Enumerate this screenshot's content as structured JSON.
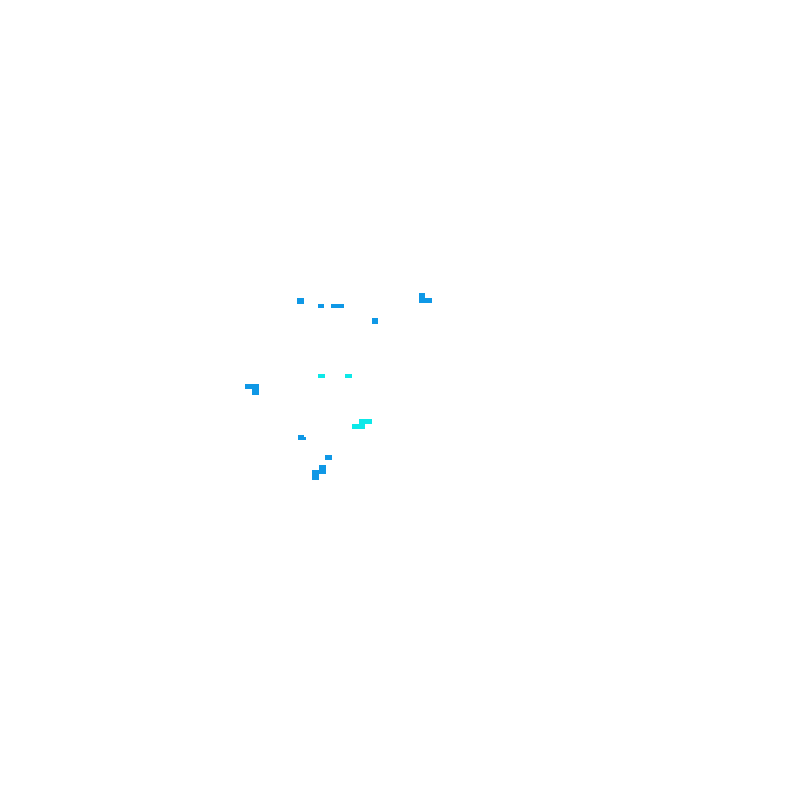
{
  "palette": {
    "background": "#ffffff",
    "blue": "#0f98e6",
    "cyan": "#0de8e8"
  },
  "fragments": [
    {
      "name": "fragment-1",
      "color": "blue"
    },
    {
      "name": "fragment-2",
      "color": "blue"
    },
    {
      "name": "fragment-3",
      "color": "blue"
    },
    {
      "name": "fragment-4",
      "color": "blue"
    },
    {
      "name": "fragment-5",
      "color": "blue"
    },
    {
      "name": "fragment-6",
      "color": "cyan"
    },
    {
      "name": "fragment-7",
      "color": "cyan"
    },
    {
      "name": "fragment-8",
      "color": "blue"
    },
    {
      "name": "fragment-9",
      "color": "cyan"
    },
    {
      "name": "fragment-10",
      "color": "blue"
    },
    {
      "name": "fragment-11",
      "color": "blue"
    },
    {
      "name": "fragment-12",
      "color": "blue"
    }
  ]
}
